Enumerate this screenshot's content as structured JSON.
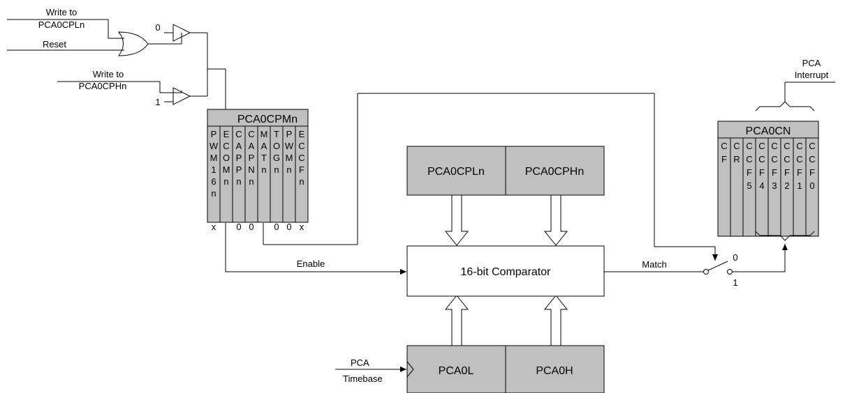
{
  "inputs": {
    "write_cpl": [
      "Write to",
      "PCA0CPLn"
    ],
    "reset": "Reset",
    "write_cph": [
      "Write to",
      "PCA0CPHn"
    ],
    "buf_top_value": "0",
    "buf_bottom_value": "1"
  },
  "pca0cpmn": {
    "title": "PCA0CPMn",
    "bits": [
      [
        "P",
        "W",
        "M",
        "1",
        "6",
        "n"
      ],
      [
        "E",
        "C",
        "O",
        "M",
        "n"
      ],
      [
        "C",
        "A",
        "P",
        "P",
        "n"
      ],
      [
        "C",
        "A",
        "P",
        "N",
        "n"
      ],
      [
        "M",
        "A",
        "T",
        "n"
      ],
      [
        "T",
        "O",
        "G",
        "n"
      ],
      [
        "P",
        "W",
        "M",
        "n"
      ],
      [
        "E",
        "C",
        "C",
        "F",
        "n"
      ]
    ],
    "values": [
      "x",
      "",
      "0",
      "0",
      "",
      "0",
      "0",
      "x"
    ]
  },
  "registers": {
    "cpl": "PCA0CPLn",
    "cph": "PCA0CPHn",
    "low": "PCA0L",
    "high": "PCA0H"
  },
  "comparator": "16-bit Comparator",
  "signals": {
    "enable": "Enable",
    "match": "Match",
    "timebase": [
      "PCA",
      "Timebase"
    ],
    "interrupt": [
      "PCA",
      "Interrupt"
    ]
  },
  "switch": {
    "pos0": "0",
    "pos1": "1"
  },
  "pca0cn": {
    "title": "PCA0CN",
    "bits": [
      [
        "C",
        "F"
      ],
      [
        "C",
        "R"
      ],
      [
        "C",
        "C",
        "F",
        "5"
      ],
      [
        "C",
        "C",
        "F",
        "4"
      ],
      [
        "C",
        "C",
        "F",
        "3"
      ],
      [
        "C",
        "C",
        "F",
        "2"
      ],
      [
        "C",
        "C",
        "F",
        "1"
      ],
      [
        "C",
        "C",
        "F",
        "0"
      ]
    ]
  }
}
